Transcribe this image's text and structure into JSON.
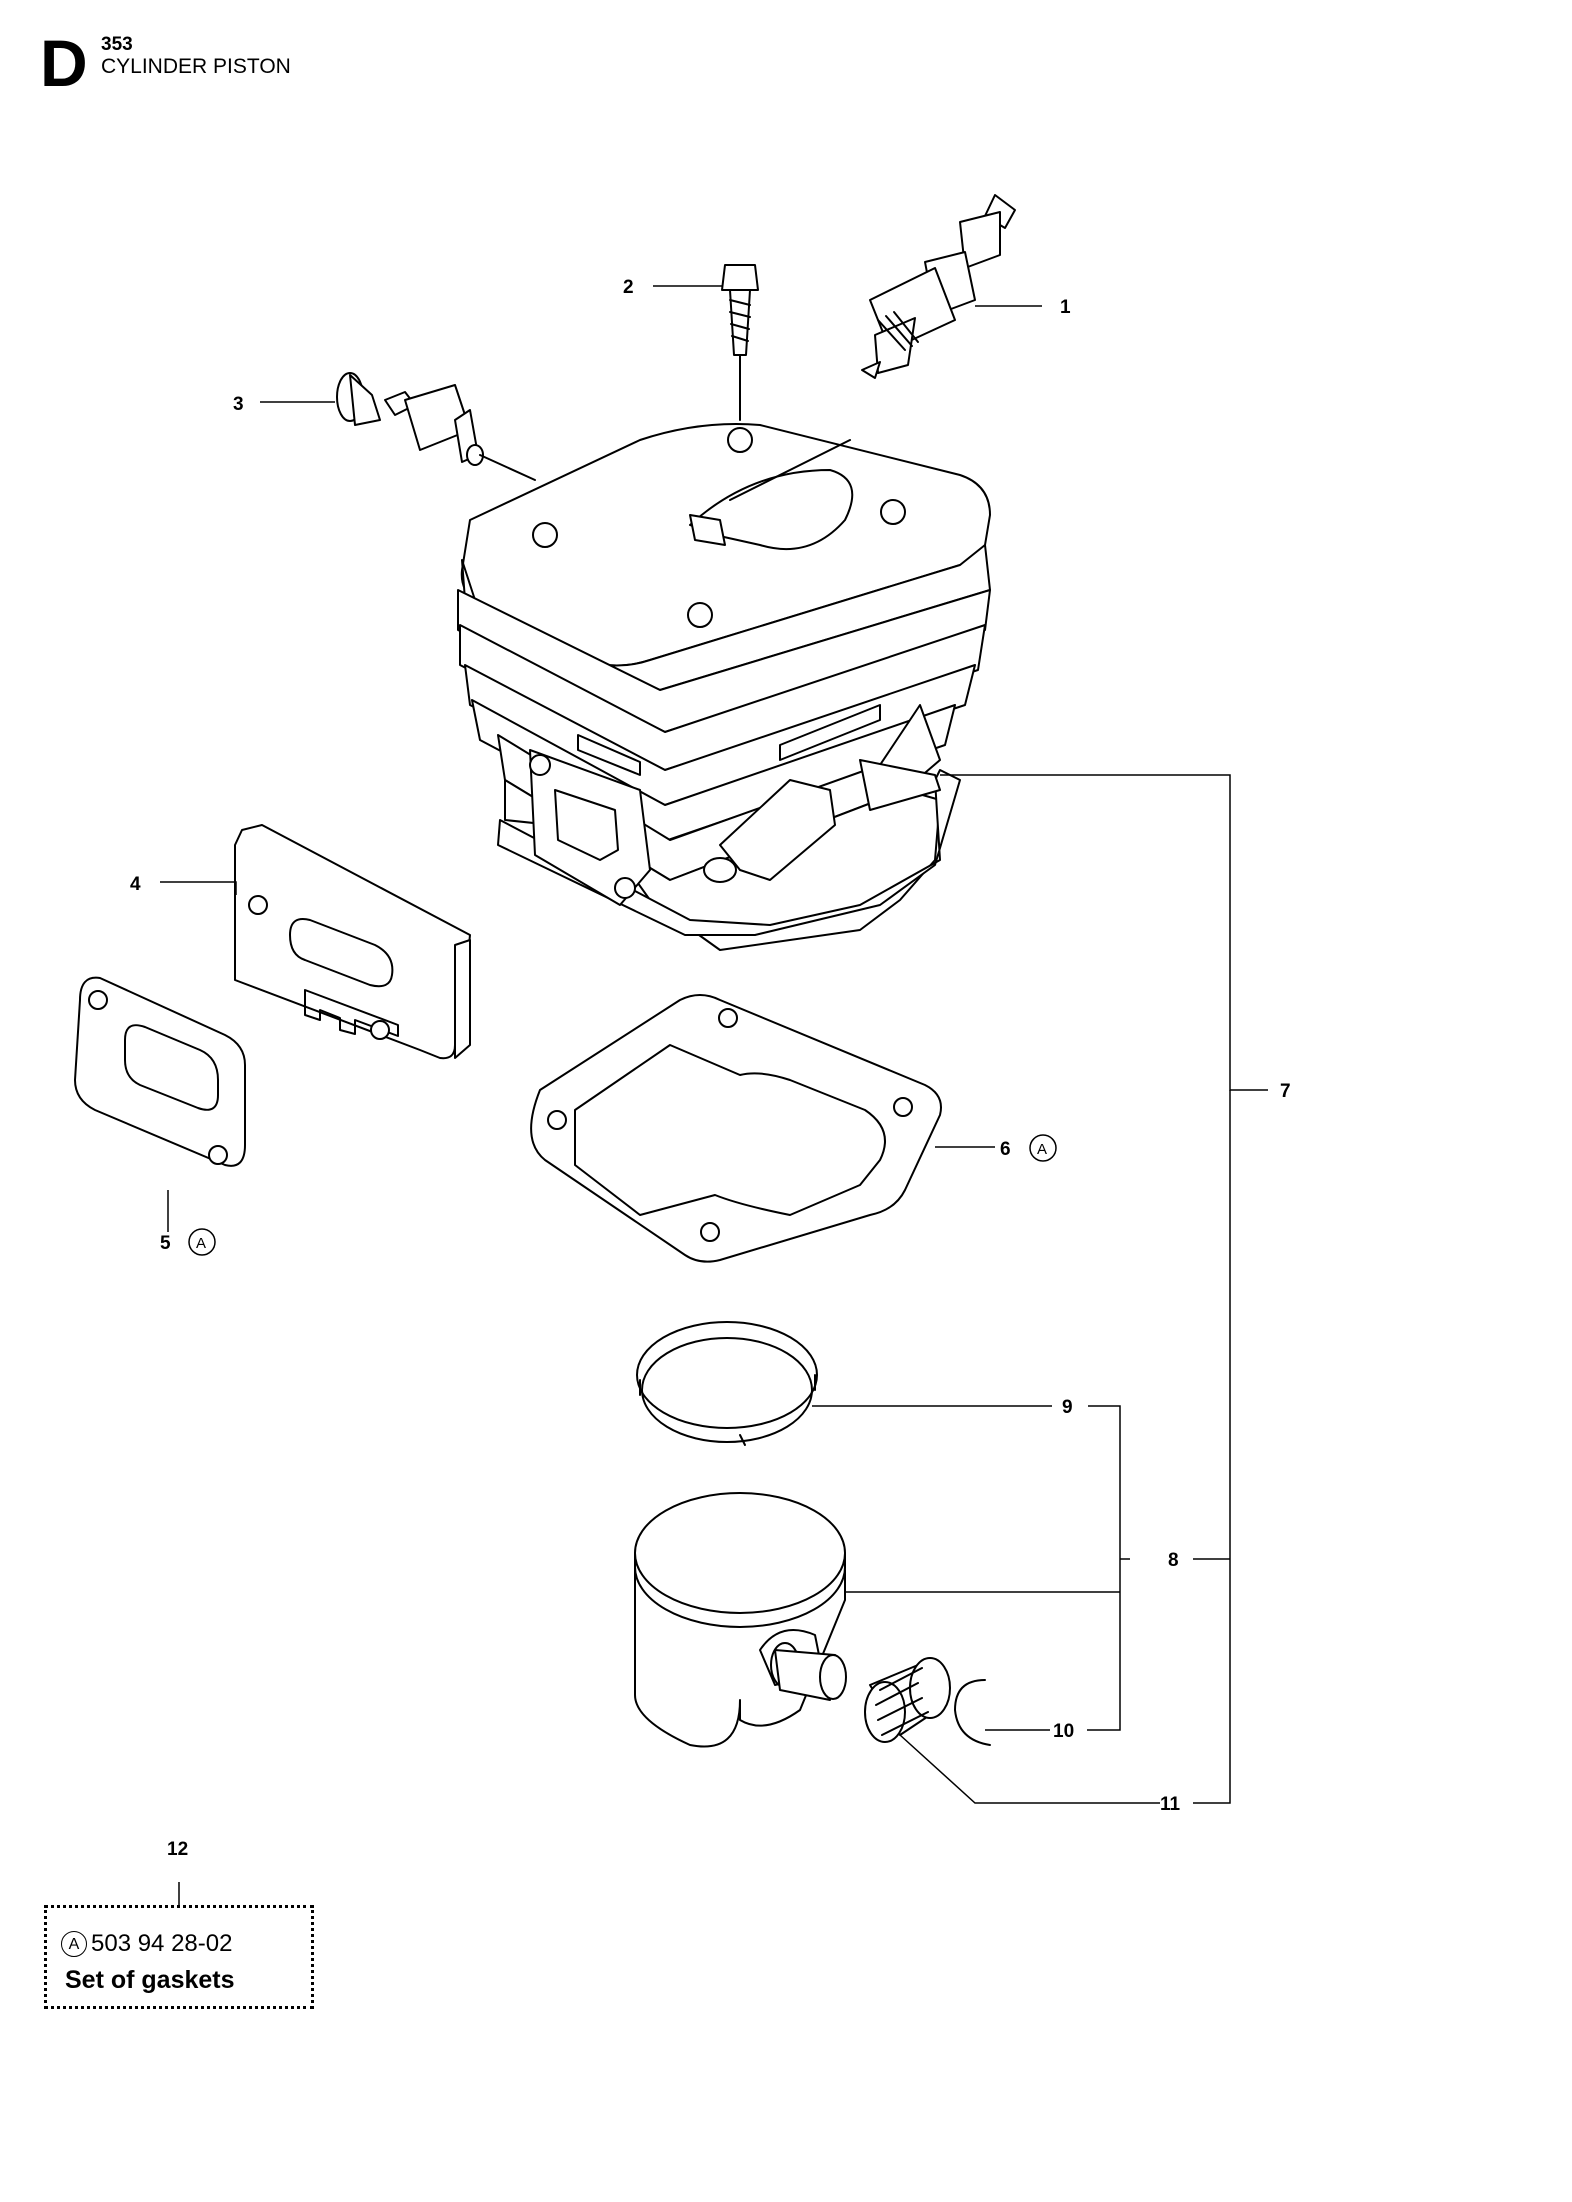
{
  "header": {
    "section_letter": "D",
    "section_number": "353",
    "section_title": "CYLINDER PISTON"
  },
  "callouts": [
    {
      "id": "1",
      "label": "1"
    },
    {
      "id": "2",
      "label": "2"
    },
    {
      "id": "3",
      "label": "3"
    },
    {
      "id": "4",
      "label": "4"
    },
    {
      "id": "5",
      "label": "5",
      "kit_mark": "A"
    },
    {
      "id": "6",
      "label": "6",
      "kit_mark": "A"
    },
    {
      "id": "7",
      "label": "7"
    },
    {
      "id": "8",
      "label": "8"
    },
    {
      "id": "9",
      "label": "9"
    },
    {
      "id": "10",
      "label": "10"
    },
    {
      "id": "11",
      "label": "11"
    },
    {
      "id": "12",
      "label": "12"
    }
  ],
  "kit": {
    "mark": "A",
    "part_number": "503 94 28-02",
    "description": "Set of gaskets"
  }
}
